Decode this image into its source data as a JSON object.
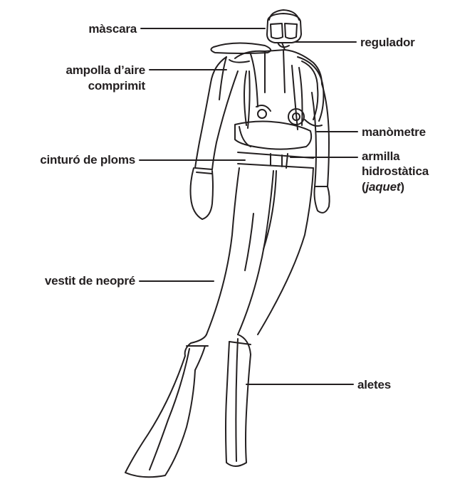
{
  "labels": {
    "mask": "màscara",
    "tank_line1": "ampolla d’aire",
    "tank_line2": "comprimit",
    "weight_belt": "cinturó de ploms",
    "wetsuit": "vestit de neopré",
    "regulator": "regulador",
    "gauge": "manòmetre",
    "bcd_line1": "armilla",
    "bcd_line2": "hidrostàtica",
    "bcd_line3_open": "(",
    "bcd_line3_italic": "jaquet",
    "bcd_line3_close": ")",
    "fins": "aletes"
  },
  "colors": {
    "ink": "#231f20",
    "background": "#ffffff"
  }
}
